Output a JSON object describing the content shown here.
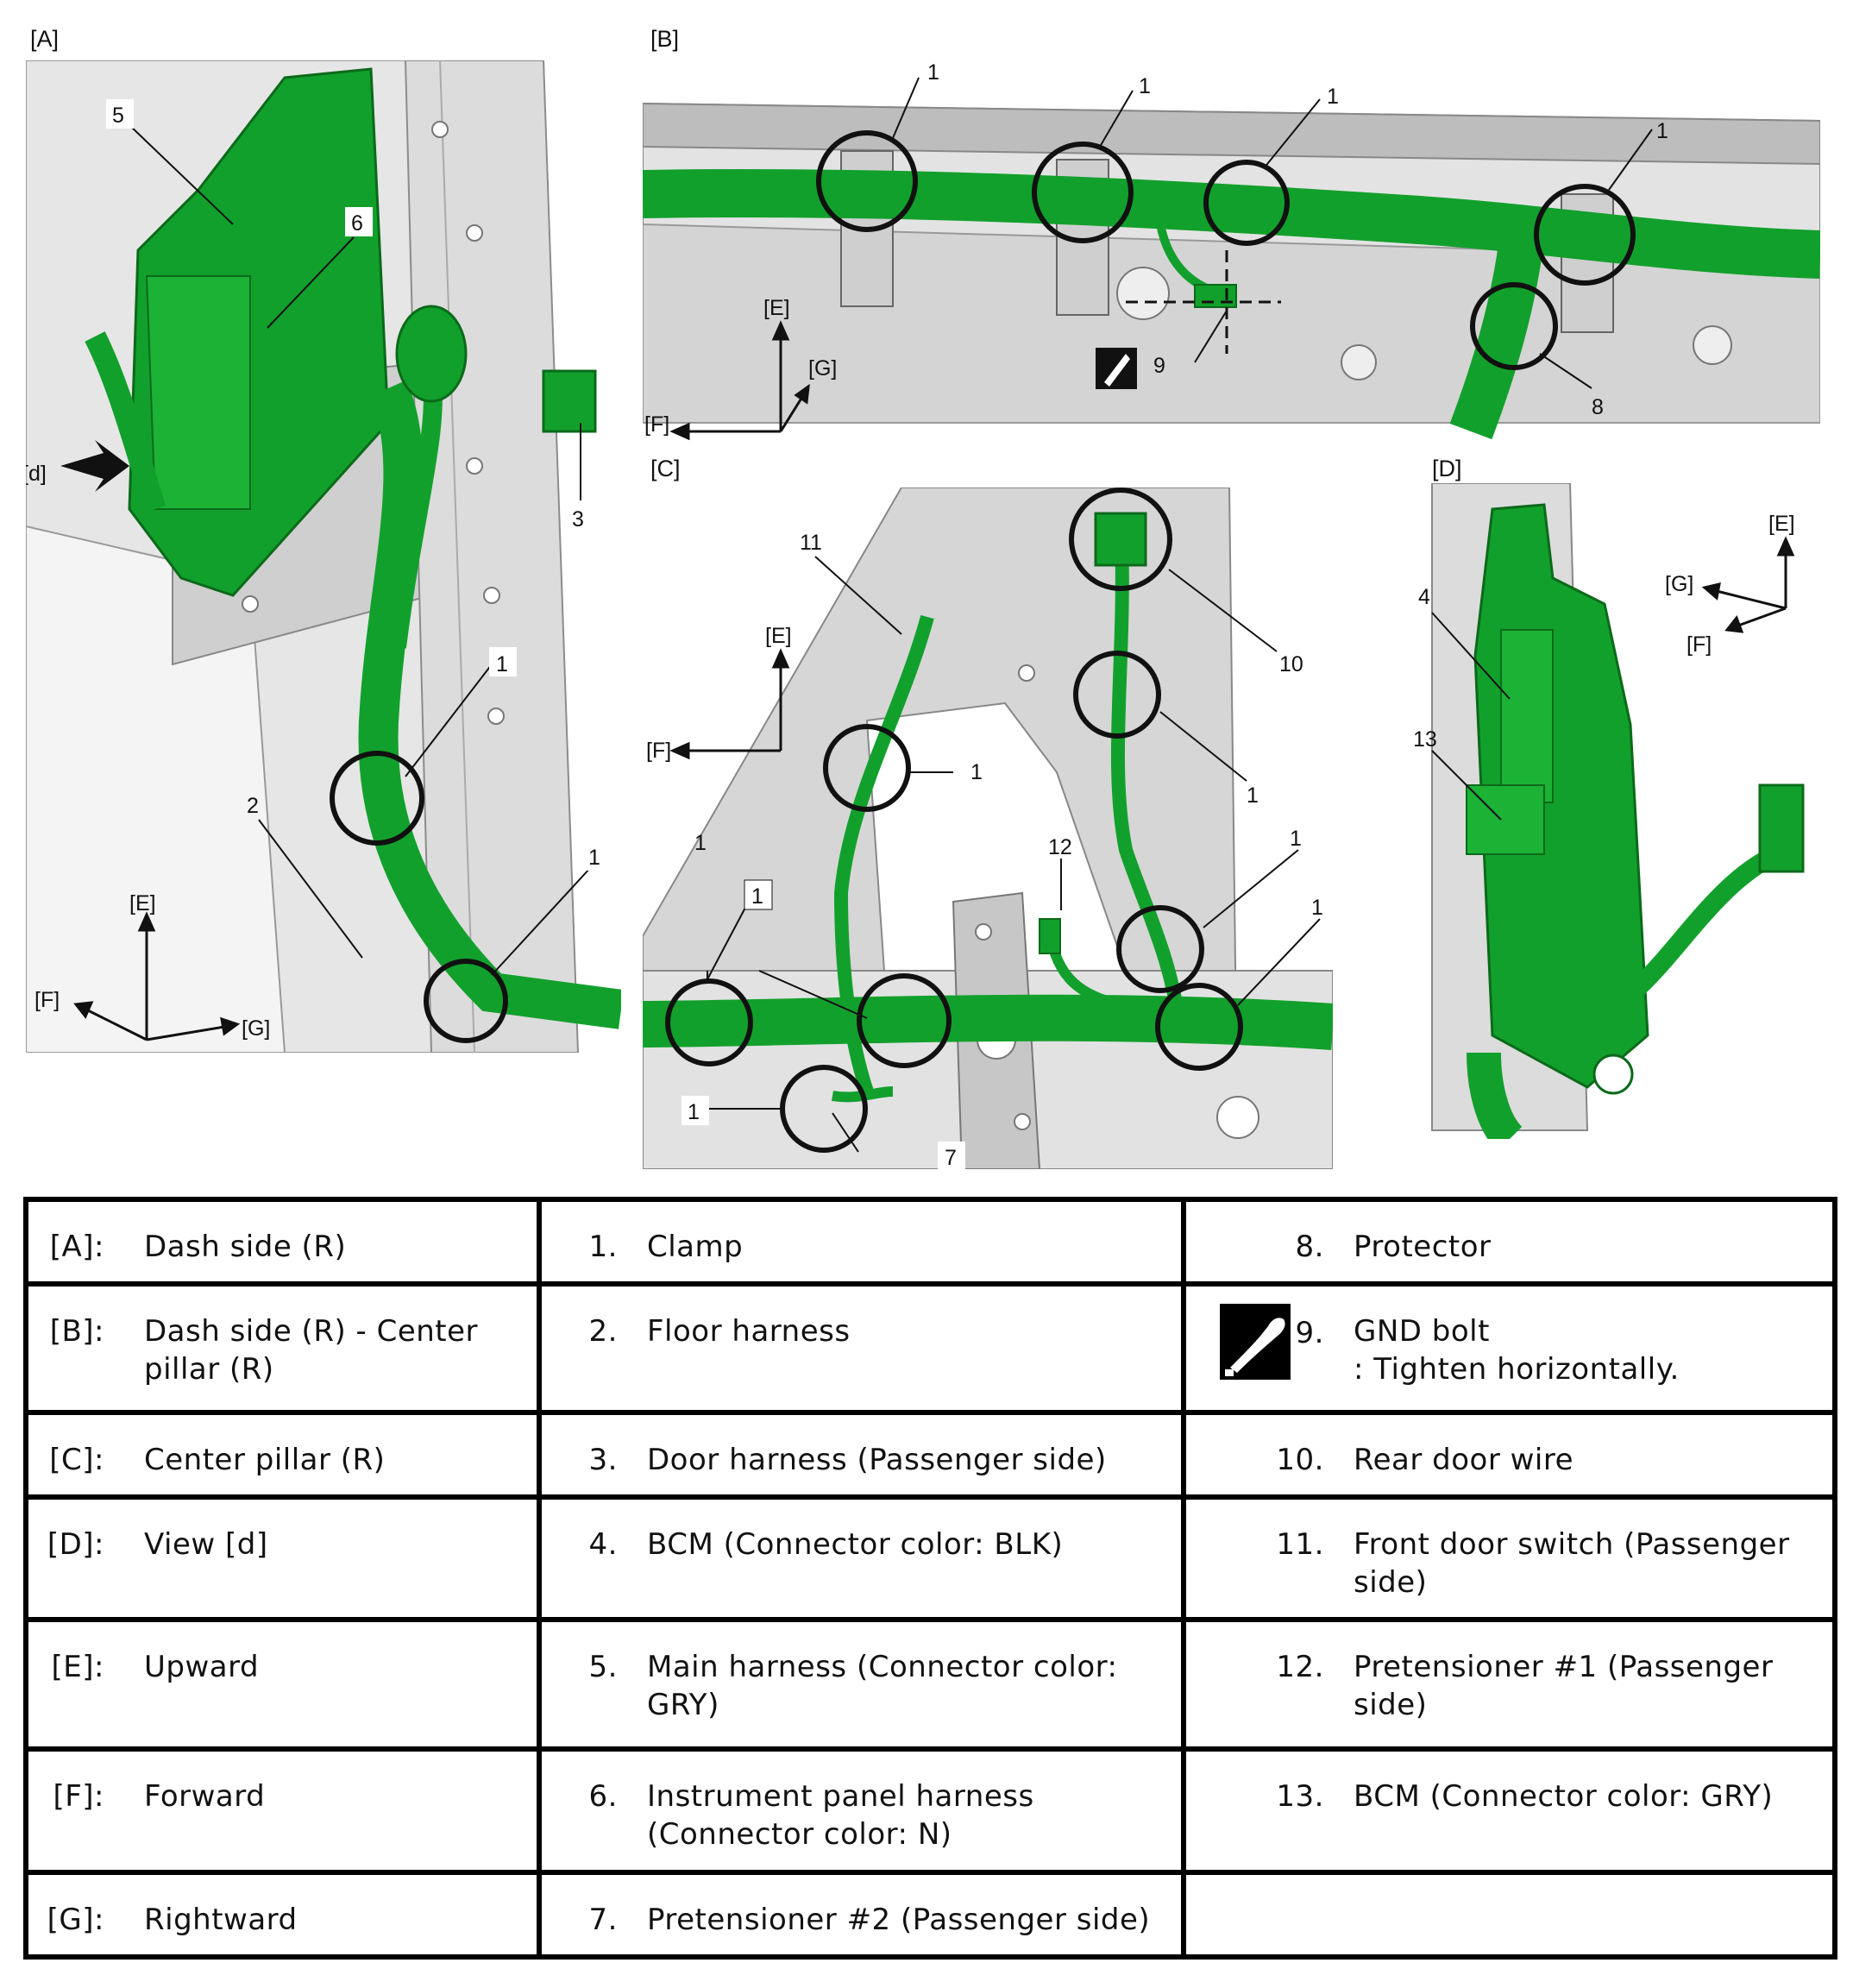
{
  "views": {
    "A": {
      "label": "[A]",
      "callouts": [
        "5",
        "6",
        "3",
        "1",
        "2",
        "1"
      ],
      "pointer_label": "[d]",
      "axes": {
        "up": "[E]",
        "fwd": "[F]",
        "right": "[G]"
      }
    },
    "B": {
      "label": "[B]",
      "callouts": [
        "1",
        "1",
        "1",
        "1",
        "8",
        "9"
      ],
      "axes": {
        "up": "[E]",
        "fwd": "[F]",
        "right": "[G]"
      }
    },
    "C": {
      "label": "[C]",
      "callouts": [
        "11",
        "10",
        "1",
        "1",
        "12",
        "1",
        "1",
        "1",
        "1",
        "1",
        "7"
      ],
      "axes": {
        "up": "[E]",
        "fwd": "[F]"
      }
    },
    "D": {
      "label": "[D]",
      "callouts": [
        "4",
        "13"
      ],
      "axes": {
        "up": "[E]",
        "fwd": "[F]",
        "right": "[G]"
      }
    }
  },
  "colors": {
    "harness": "#12a02c",
    "harness_dark": "#0b7a1e",
    "body_metal": "#d9d9d9",
    "body_edge": "#8c8c8c",
    "circle": "#111111"
  },
  "legend": {
    "col1": [
      {
        "code": "[A]:",
        "text": "Dash side (R)"
      },
      {
        "code": "[B]:",
        "text": "Dash side (R) - Center pillar (R)"
      },
      {
        "code": "[C]:",
        "text": "Center pillar (R)"
      },
      {
        "code": "[D]:",
        "text": "View [d]"
      },
      {
        "code": "[E]:",
        "text": "Upward"
      },
      {
        "code": "[F]:",
        "text": "Forward"
      },
      {
        "code": "[G]:",
        "text": "Rightward"
      }
    ],
    "col2": [
      {
        "num": "1.",
        "text": "Clamp"
      },
      {
        "num": "2.",
        "text": "Floor harness"
      },
      {
        "num": "3.",
        "text": "Door harness (Passenger side)"
      },
      {
        "num": "4.",
        "text": "BCM (Connector color: BLK)"
      },
      {
        "num": "5.",
        "text": "Main harness (Connector color: GRY)"
      },
      {
        "num": "6.",
        "text": "Instrument panel harness (Connector color: N)"
      },
      {
        "num": "7.",
        "text": "Pretensioner #2 (Passenger side)"
      }
    ],
    "col3": [
      {
        "num": "8.",
        "text": "Protector"
      },
      {
        "num": "9.",
        "text": "GND bolt",
        "note": ": Tighten horizontally.",
        "icon": "wrench-torque-icon"
      },
      {
        "num": "10.",
        "text": "Rear door wire"
      },
      {
        "num": "11.",
        "text": "Front door switch (Passenger side)"
      },
      {
        "num": "12.",
        "text": "Pretensioner #1 (Passenger side)"
      },
      {
        "num": "13.",
        "text": "BCM (Connector color: GRY)"
      },
      {
        "num": "",
        "text": ""
      }
    ]
  }
}
